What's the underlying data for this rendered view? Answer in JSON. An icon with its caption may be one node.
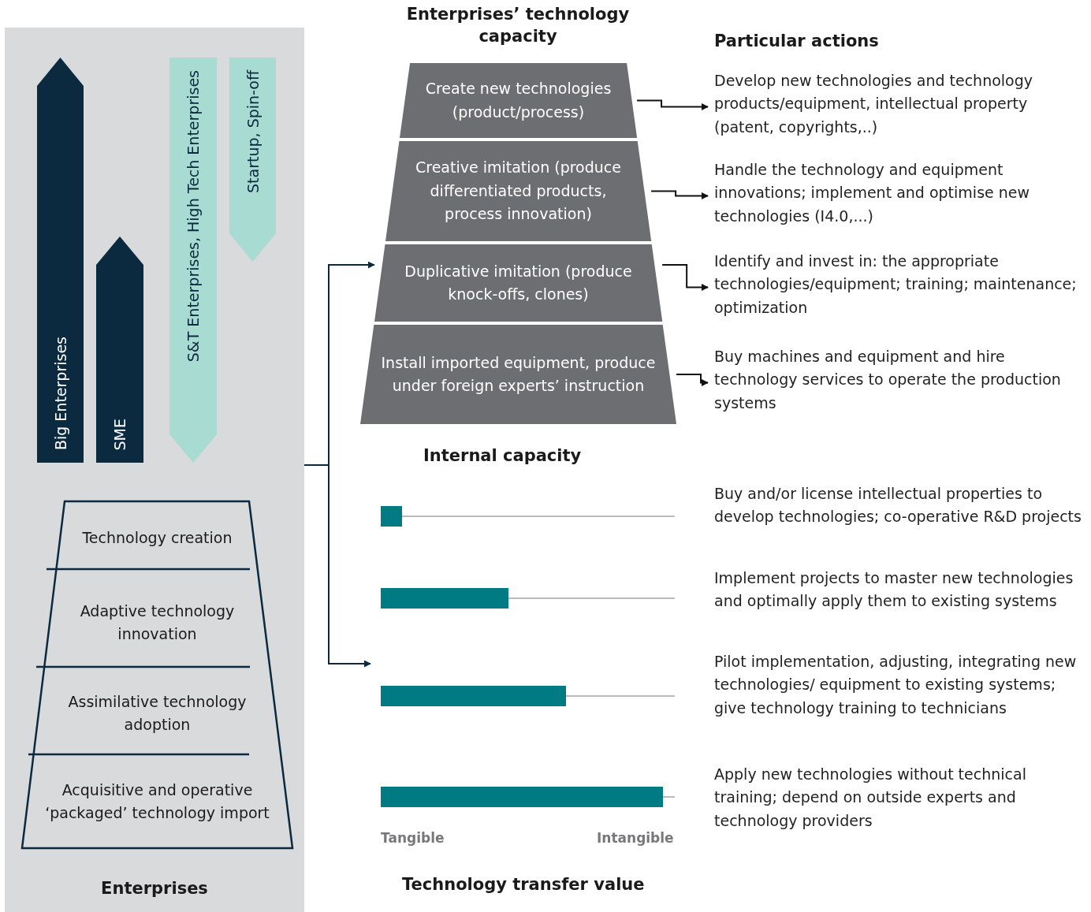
{
  "diagram": {
    "nodes": [
      {
        "text": [
          "Enterprises"
        ]
      },
      {
        "text": [
          "Big Enterprises"
        ],
        "in": 0
      },
      {
        "text": [
          "SME"
        ],
        "in": 0
      },
      {
        "text": [
          "S&T Enterprises, High Tech Enterprises"
        ],
        "in": 0
      },
      {
        "text": [
          "Startup, Spin-off"
        ],
        "in": 0
      },
      {
        "text": [
          "Technology creation",
          "Adaptive technology innovation",
          "Assimilative technology adoption",
          "Acquisitive and operative ‘packaged’ technology import"
        ],
        "in": 0
      },
      {
        "text": [
          "Enterprises’ technology capacity"
        ]
      },
      {
        "text": [
          "Create new technologies (product/process)"
        ],
        "in": 6
      },
      {
        "text": [
          "Creative imitation (produce differentiated products, process innovation)"
        ],
        "in": 6
      },
      {
        "text": [
          "Duplicative imitation (produce knock-offs, clones)"
        ],
        "in": 6
      },
      {
        "text": [
          "Install imported equipment, produce under foreign experts’ instruction"
        ],
        "in": 6
      },
      {
        "text": [
          "Internal capacity"
        ]
      },
      {
        "text": [
          "Develop new technologies and technology products/equipment, intellectual property (patent, copyrights,..)"
        ]
      },
      {
        "text": [
          "Handle the technology and equipment innovations; implement and optimise new technologies (I4.0,...)"
        ]
      },
      {
        "text": [
          "Identify and invest in: the appropriate technologies/equipment; training; maintenance; optimization"
        ]
      },
      {
        "text": [
          "Buy machines and equipment and hire technology services to operate the production systems"
        ]
      }
    ],
    "edges": [
      {
        "from": 0,
        "to": 9,
        "arrow": "to",
        "color": "#0b2a40"
      },
      {
        "from": 0,
        "to": 11,
        "arrow": "to",
        "color": "#0b2a40"
      },
      {
        "from": 7,
        "to": 12,
        "arrow": "to"
      },
      {
        "from": 8,
        "to": 13,
        "arrow": "to"
      },
      {
        "from": 9,
        "to": 14,
        "arrow": "to"
      },
      {
        "from": 10,
        "to": 15,
        "arrow": "to"
      }
    ],
    "labels": [
      "Particular actions",
      "Buy and/or license intellectual properties to develop technologies; co-operative R&D projects",
      "Implement projects to master new technologies and optimally apply them to existing systems",
      "Pilot implementation, adjusting, integrating new technologies/ equipment to existing systems; give technology training to technicians",
      "Apply new technologies without technical training; depend on outside experts and technology providers",
      "Tangible",
      "Intangible",
      "Technology transfer value"
    ]
  }
}
